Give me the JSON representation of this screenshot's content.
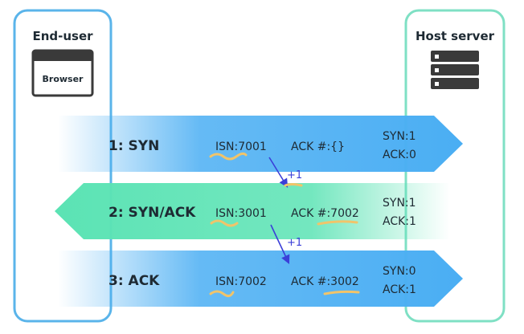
{
  "left_panel": {
    "title": "End-user",
    "icon": "browser-window-icon",
    "icon_label": "Browser",
    "border_color": "#5ab4ea"
  },
  "right_panel": {
    "title": "Host server",
    "icon": "server-rack-icon",
    "border_color": "#7fe0c4"
  },
  "steps": [
    {
      "label": "1: SYN",
      "isn": "ISN:7001",
      "ack": "ACK #:{}",
      "flag_syn": "SYN:1",
      "flag_ack": "ACK:0",
      "direction": "right",
      "color": "#4aaef3"
    },
    {
      "label": "2: SYN/ACK",
      "isn": "ISN:3001",
      "ack": "ACK #:7002",
      "flag_syn": "SYN:1",
      "flag_ack": "ACK:1",
      "direction": "left",
      "color": "#5be3b4"
    },
    {
      "label": "3: ACK",
      "isn": "ISN:7002",
      "ack": "ACK #:3002",
      "flag_syn": "SYN:0",
      "flag_ack": "ACK:1",
      "direction": "right",
      "color": "#4aaef3"
    }
  ],
  "increments": [
    "+1",
    "+1"
  ],
  "colors": {
    "increment_arrow": "#3b3fd8",
    "highlight": "#f1c46a",
    "text": "#1e2a33"
  }
}
